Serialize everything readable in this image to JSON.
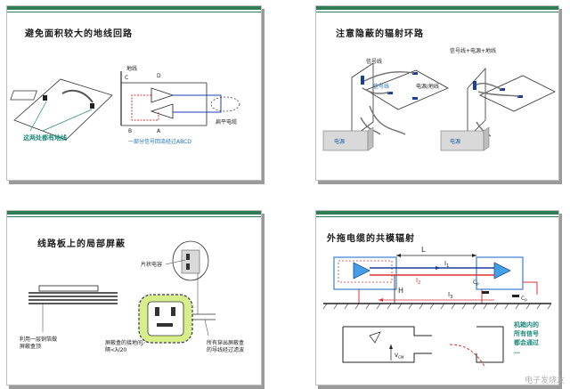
{
  "slides": [
    {
      "title": "避免面积较大的地线回路",
      "labels": {
        "gnd_both": "这两处都有地线",
        "ground": "地线",
        "C": "C",
        "D": "D",
        "B": "B",
        "A": "A",
        "flat_cable": "扁平电缆",
        "signal_path": "一部分信号回流经过ABCD"
      }
    },
    {
      "title": "注意隐蔽的辐射环路",
      "labels": {
        "signal_line": "信号线",
        "signal_line2": "信号线",
        "power_ground": "电源/地线",
        "signal_power_ground": "信号线+电源+地线",
        "psu1": "电源",
        "psu2": "电源"
      }
    },
    {
      "title": "线路板上的局部屏蔽",
      "labels": {
        "chip_cap": "片状电容",
        "shield_layer": "利用一层铜箔做屏蔽盒顶",
        "shield_layer_l1": "利用一层铜箔做",
        "shield_layer_l2": "屏蔽盒顶",
        "via_spacing_l1": "屏蔽盒的接地间",
        "via_spacing_l2": "隔<λ/20",
        "filtered_l1": "所有穿出屏蔽盒",
        "filtered_l2": "的导线经过滤波"
      }
    },
    {
      "title": "外拖电缆的共模辐射",
      "labels": {
        "L": "L",
        "H": "H",
        "I1": "I",
        "I1_sub": "1",
        "I2": "I",
        "I2_sub": "2",
        "I3": "I",
        "I3_sub": "3",
        "cp": "C",
        "cp_sub": "P",
        "cp2": "C",
        "cp2_sub": "P",
        "vcm": "V",
        "vcm_sub": "CM",
        "note_l1": "机箱内的",
        "note_l2": "所有信号",
        "note_l3": "都会通过",
        "note_l4": "…"
      }
    }
  ],
  "watermark": "电子发烧友"
}
